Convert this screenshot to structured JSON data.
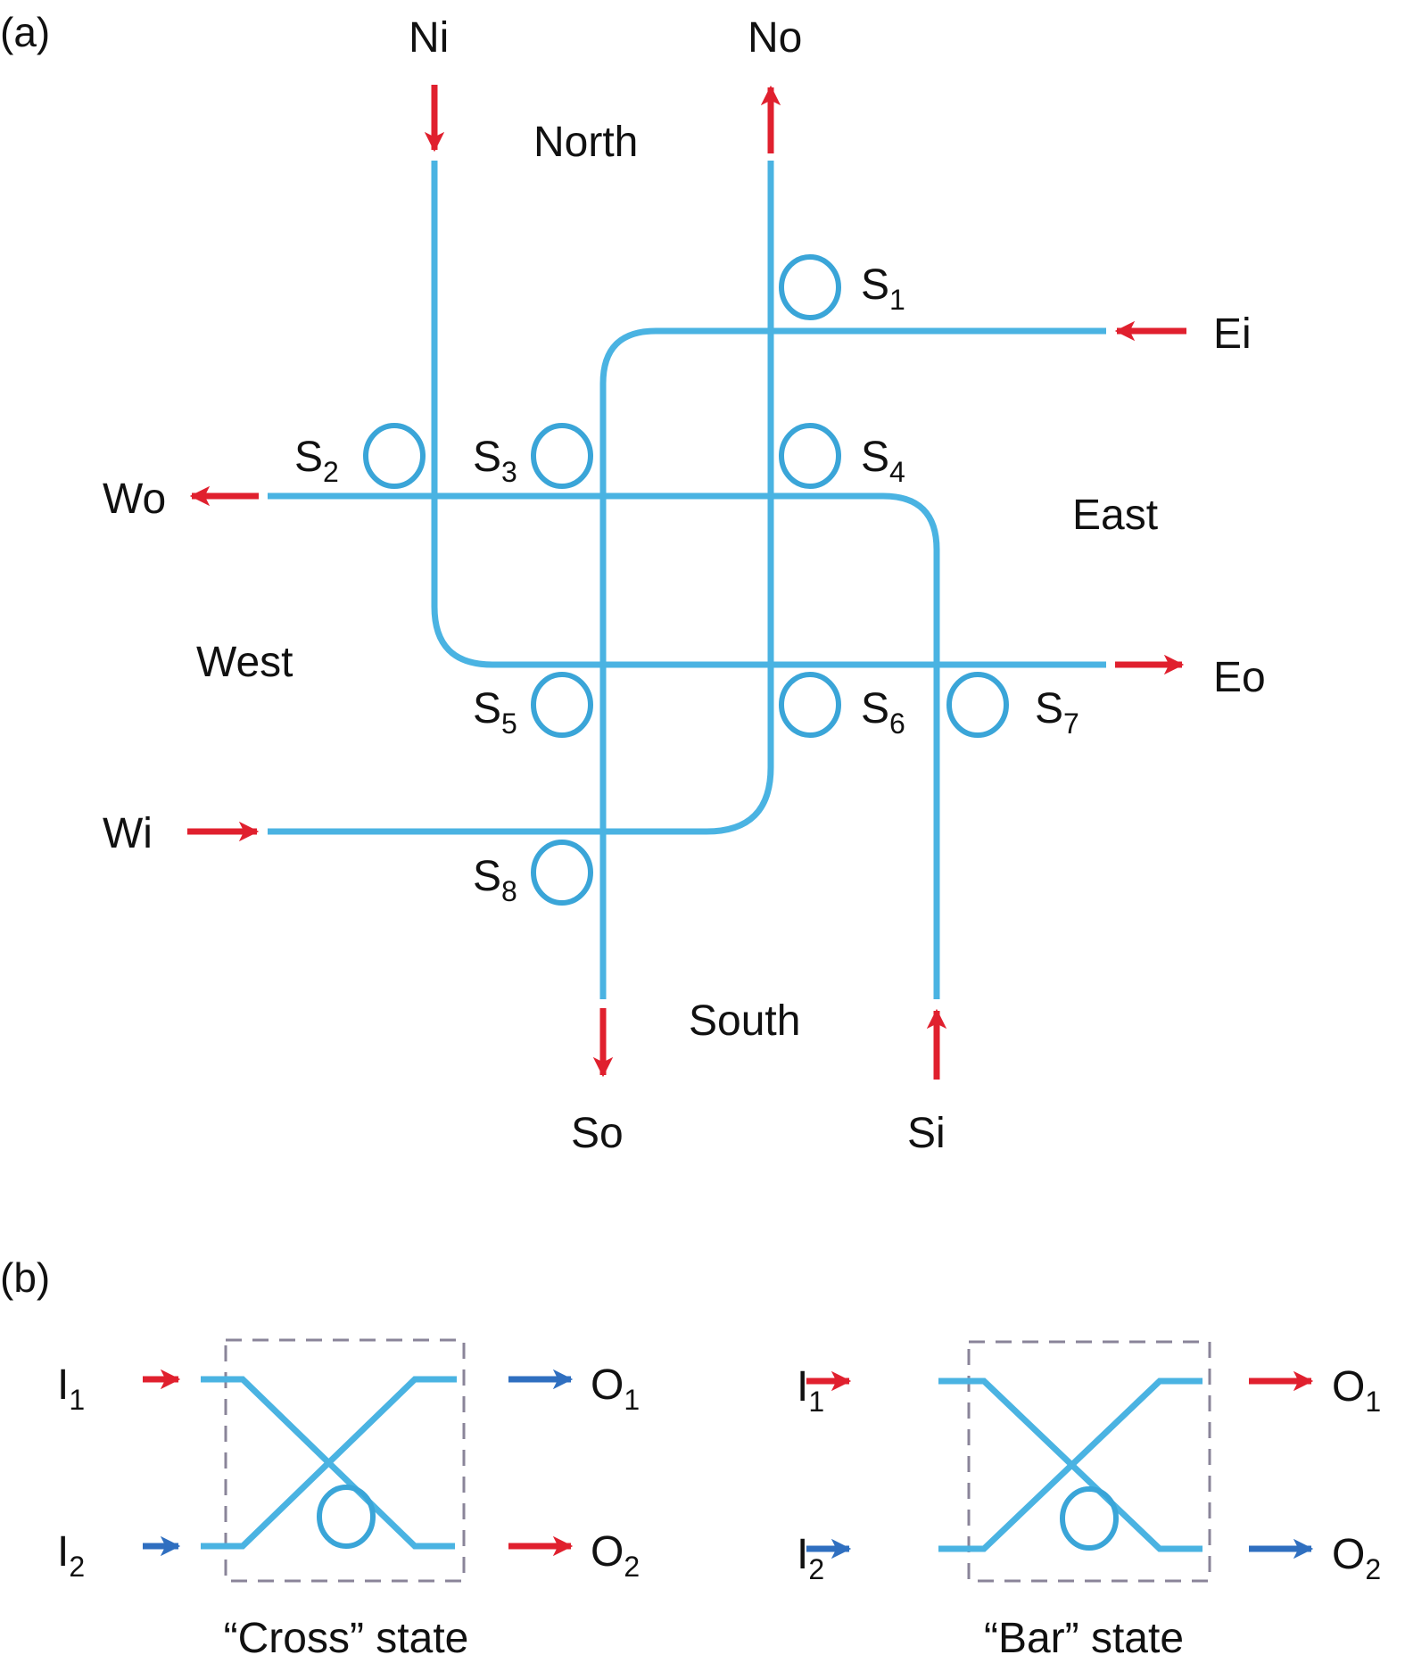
{
  "colors": {
    "waveguide": "#4ab3e2",
    "ring": "#3aa5d8",
    "signal_red": "#e0202e",
    "signal_blue": "#2f6fc0",
    "dashed_box": "#8a8499",
    "text": "#111111"
  },
  "panel_a": {
    "label": "(a)",
    "regions": {
      "north": "North",
      "east": "East",
      "west": "West",
      "south": "South"
    },
    "ports": {
      "ni": "Ni",
      "no": "No",
      "ei": "Ei",
      "eo": "Eo",
      "wi": "Wi",
      "wo": "Wo",
      "si": "Si",
      "so": "So"
    },
    "switches": [
      {
        "base": "S",
        "sub": "1"
      },
      {
        "base": "S",
        "sub": "2"
      },
      {
        "base": "S",
        "sub": "3"
      },
      {
        "base": "S",
        "sub": "4"
      },
      {
        "base": "S",
        "sub": "5"
      },
      {
        "base": "S",
        "sub": "6"
      },
      {
        "base": "S",
        "sub": "7"
      },
      {
        "base": "S",
        "sub": "8"
      }
    ]
  },
  "panel_b": {
    "label": "(b)",
    "states": [
      {
        "caption": "“Cross” state",
        "inputs": [
          {
            "base": "I",
            "sub": "1",
            "color": "red"
          },
          {
            "base": "I",
            "sub": "2",
            "color": "blue"
          }
        ],
        "outputs": [
          {
            "base": "O",
            "sub": "1",
            "color": "blue"
          },
          {
            "base": "O",
            "sub": "2",
            "color": "red"
          }
        ]
      },
      {
        "caption": "“Bar” state",
        "inputs": [
          {
            "base": "I",
            "sub": "1",
            "color": "red"
          },
          {
            "base": "I",
            "sub": "2",
            "color": "blue"
          }
        ],
        "outputs": [
          {
            "base": "O",
            "sub": "1",
            "color": "red"
          },
          {
            "base": "O",
            "sub": "2",
            "color": "blue"
          }
        ]
      }
    ]
  }
}
